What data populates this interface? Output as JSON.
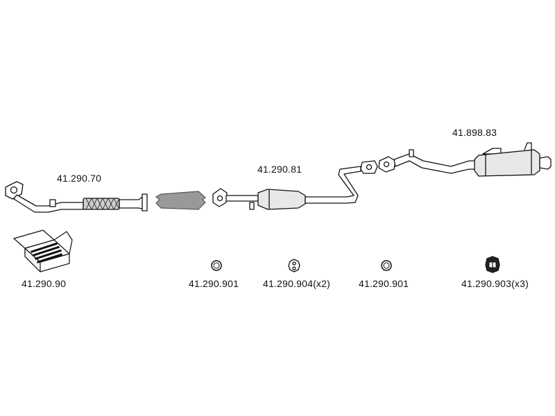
{
  "parts": {
    "front_pipe": "41.290.70",
    "mid_section": "41.290.81",
    "rear_silencer": "41.898.83",
    "fitting_kit": "41.290.90"
  },
  "hardware": {
    "ring_left": "41.290.901",
    "hanger": "41.290.904(x2)",
    "ring_right": "41.290.901",
    "rubber_mount": "41.290.903(x3)"
  },
  "colors": {
    "line": "#111111",
    "part_fill": "#ffffff",
    "catalyst_fill": "#999999"
  }
}
